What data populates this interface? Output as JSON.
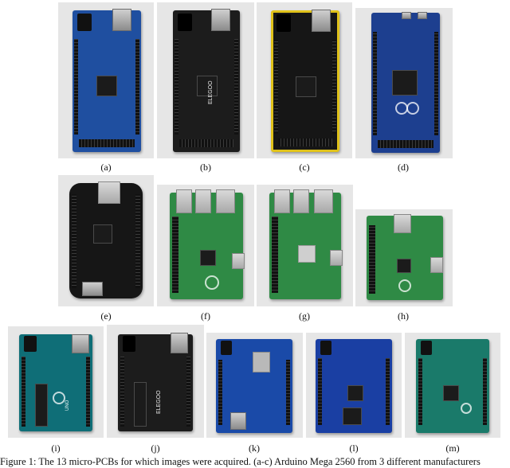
{
  "figure": {
    "panel_labels": [
      "(a)",
      "(b)",
      "(c)",
      "(d)",
      "(e)",
      "(f)",
      "(g)",
      "(h)",
      "(i)",
      "(j)",
      "(k)",
      "(l)",
      "(m)"
    ],
    "caption": "Figure 1: The 13 micro-PCBs for which images were acquired. (a-c) Arduino Mega 2560 from 3 different manufacturers"
  },
  "board_text": {
    "b_logo": "ELEGOO",
    "i_logo": "UNO",
    "j_logo": "ELEGOO"
  },
  "colors": {
    "photo_bg": "#e6e6e6",
    "mega_blue": "#1f4fa0",
    "mega_black": "#1c1c1c",
    "mega_yellow": "#e0c21a",
    "due_blue": "#1d3f8f",
    "beagle_black": "#161616",
    "rpi_green": "#2f8a45",
    "uno_teal": "#0f6e77",
    "uno_black": "#1c1c1c",
    "wifi_blue": "#1a4aa8",
    "uno_blue": "#1a3fa3",
    "uno_green": "#1a7a6a"
  }
}
